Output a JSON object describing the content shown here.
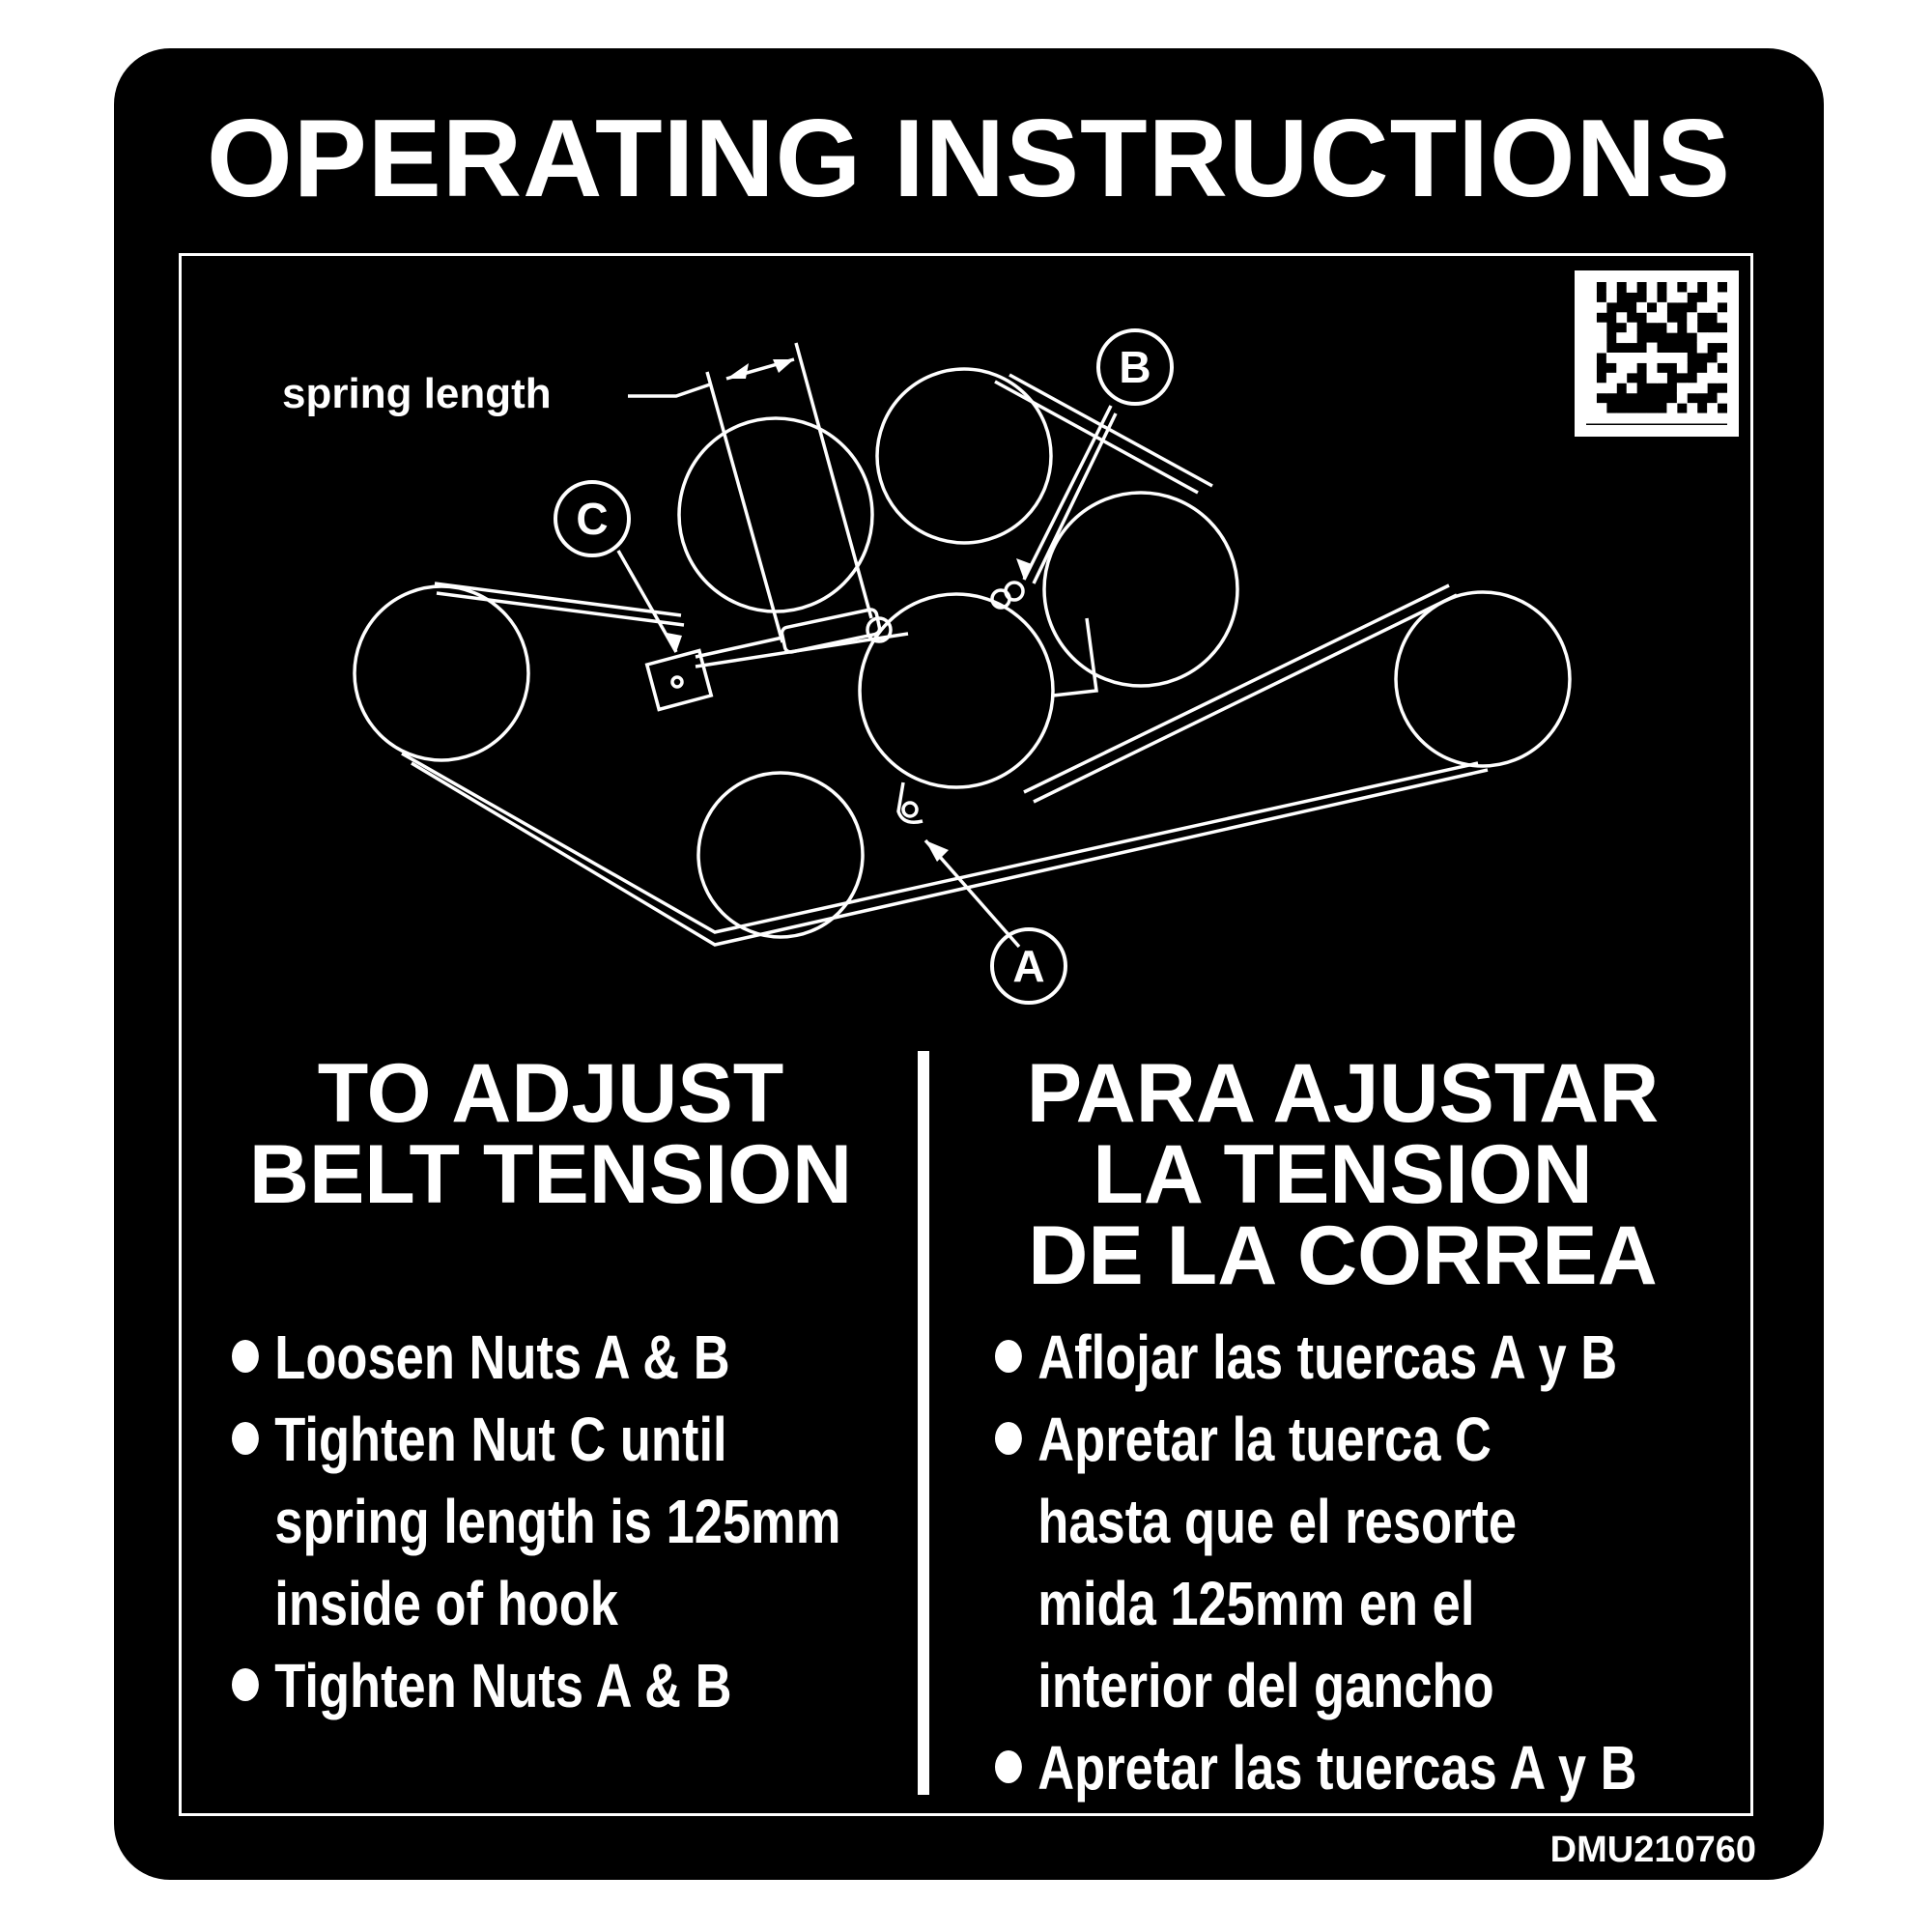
{
  "title": "OPERATING INSTRUCTIONS",
  "diagram": {
    "spring_label": "spring length",
    "callouts": {
      "a": "A",
      "b": "B",
      "c": "C"
    }
  },
  "english": {
    "heading": [
      "TO ADJUST",
      "BELT TENSION"
    ],
    "steps": [
      [
        "Loosen Nuts A & B"
      ],
      [
        "Tighten Nut C until",
        "spring length is 125mm",
        "inside of hook"
      ],
      [
        "Tighten Nuts A & B"
      ]
    ]
  },
  "spanish": {
    "heading": [
      "PARA AJUSTAR",
      "LA TENSION",
      "DE LA CORREA"
    ],
    "steps": [
      [
        "Aflojar las tuercas A y B"
      ],
      [
        "Apretar la tuerca C",
        "hasta que el resorte",
        "mida 125mm en el",
        "interior del gancho"
      ],
      [
        "Apretar las tuercas A y B"
      ]
    ]
  },
  "part_number": "DMU210760",
  "colors": {
    "background": "#000000",
    "foreground": "#ffffff"
  },
  "icons": [
    "qr-code-icon",
    "bullet-icon"
  ]
}
